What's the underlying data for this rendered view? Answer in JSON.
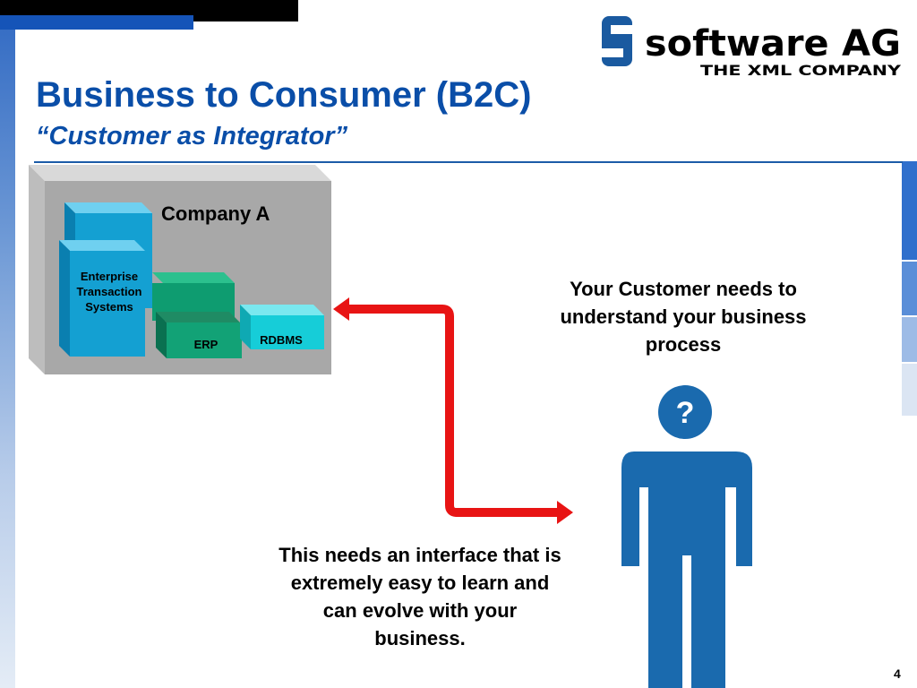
{
  "slide": {
    "title": "Business to Consumer (B2C)",
    "subtitle": "“Customer as Integrator”",
    "page_number": "4"
  },
  "logo": {
    "brand": "software AG",
    "tagline": "THE XML COMPANY"
  },
  "diagram": {
    "company": {
      "label": "Company A"
    },
    "systems": [
      {
        "label": "Enterprise Transaction Systems"
      },
      {
        "label": "ERP"
      },
      {
        "label": "RDBMS"
      }
    ],
    "customer_note": "Your Customer needs to understand your business process",
    "question_mark": "?",
    "interface_note": "This needs an interface that is extremely easy to learn and can evolve with your business."
  },
  "colors": {
    "title": "#0a4ea8",
    "arrow": "#e81414",
    "person": "#1a6aae",
    "box_grey": "#a8a8a8",
    "cube_blue": "#14a0d2",
    "cube_green": "#0e9c70",
    "cube_cyan": "#16cdd8"
  }
}
